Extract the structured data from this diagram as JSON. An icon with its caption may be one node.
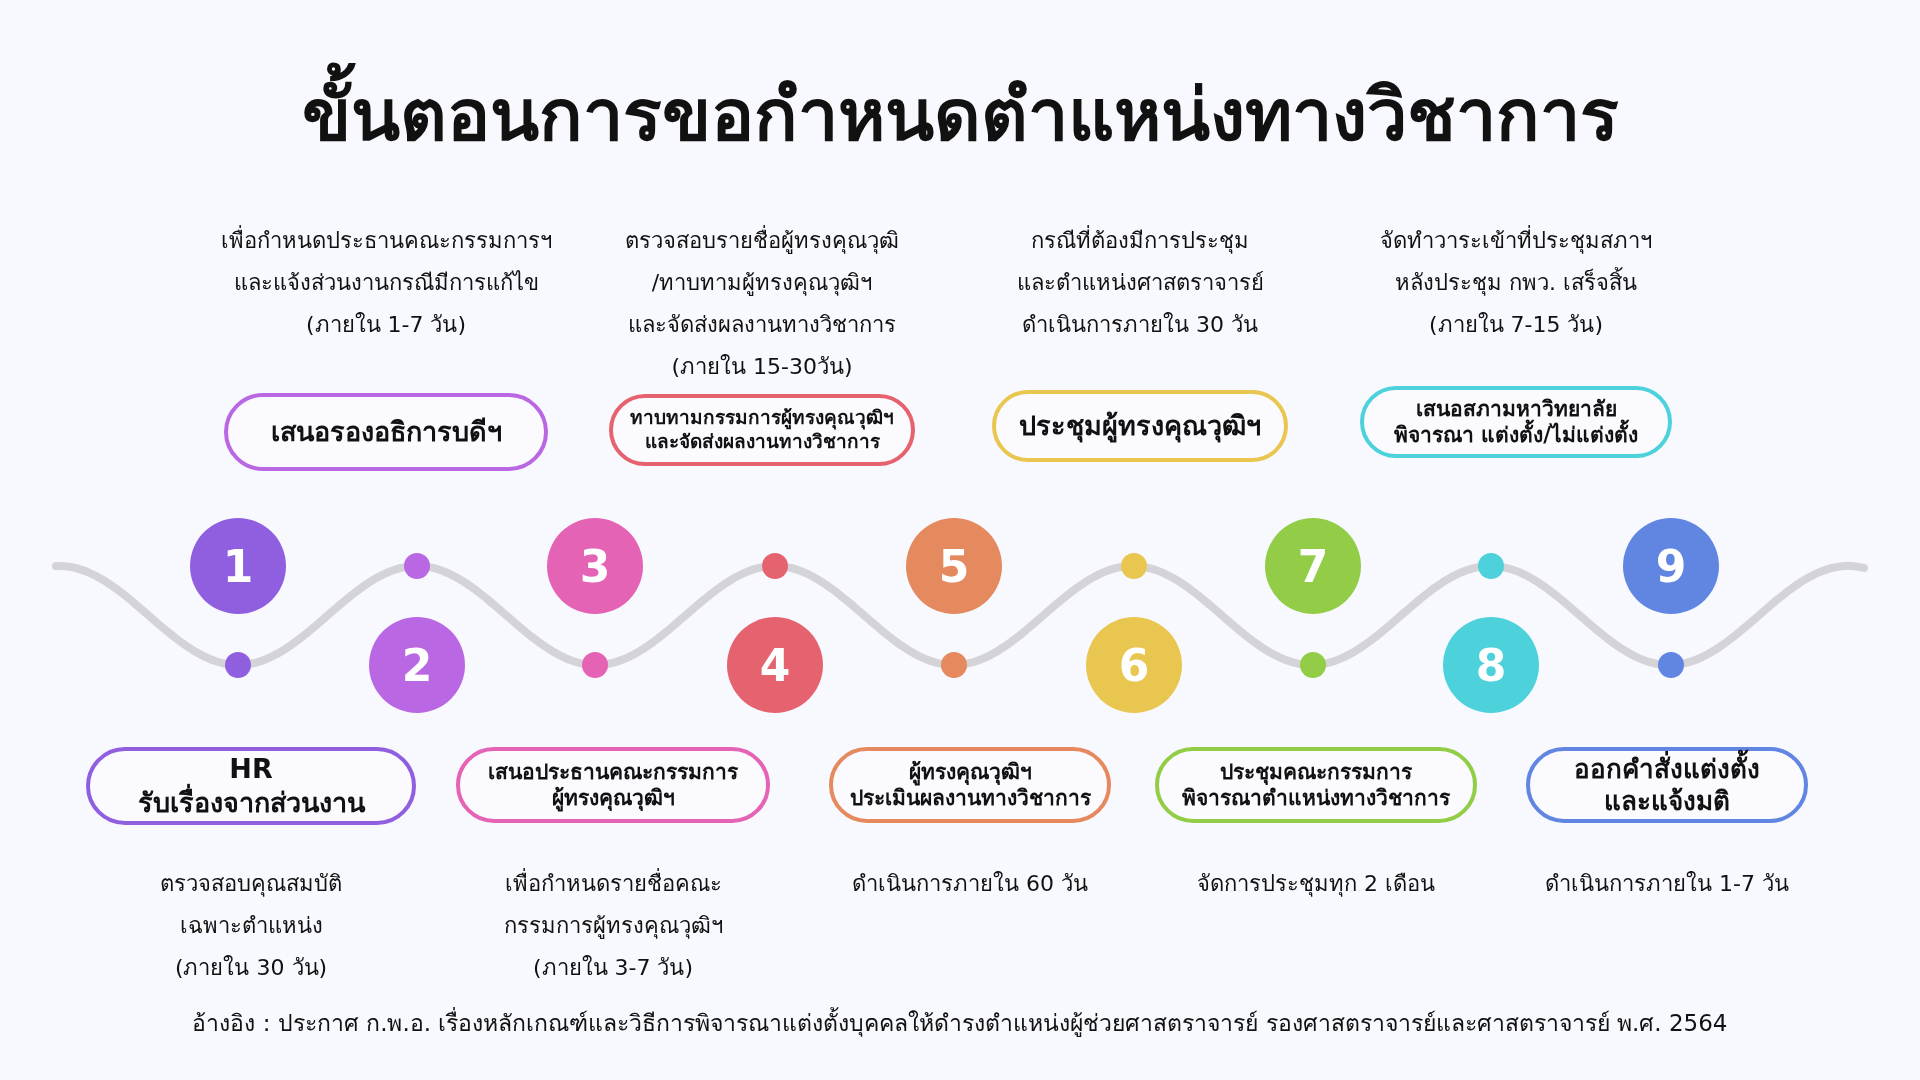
{
  "diagram": {
    "title": "ขั้นตอนการขอกำหนดตำแหน่งทางวิชาการ",
    "nodes": [
      {
        "text": [
          "1"
        ]
      },
      {
        "text": [
          "HR รับเรื่องจากส่วนงาน"
        ],
        "beside": [
          "ตรวจสอบคุณสมบัติ เฉพาะตำแหน่ง (ภายใน 30 วัน)"
        ]
      },
      {
        "text": [
          "2"
        ]
      },
      {
        "text": [
          "เสนอรองอธิการบดีฯ"
        ],
        "beside": [
          "เพื่อกำหนดประธานคณะกรรมการฯ และแจ้งส่วนงานกรณีมีการแก้ไข (ภายใน 1-7 วัน)"
        ]
      },
      {
        "text": [
          "3"
        ]
      },
      {
        "text": [
          "เสนอประธานคณะกรรมการ ผู้ทรงคุณวุฒิฯ"
        ],
        "beside": [
          "เพื่อกำหนดรายชื่อคณะ กรรมการผู้ทรงคุณวุฒิฯ (ภายใน 3-7 วัน)"
        ]
      },
      {
        "text": [
          "4"
        ]
      },
      {
        "text": [
          "ทาบทามกรรมการผู้ทรงคุณวุฒิฯ และจัดส่งผลงานทางวิชาการ"
        ],
        "beside": [
          "ตรวจสอบรายชื่อผู้ทรงคุณวุฒิ /ทาบทามผู้ทรงคุณวุฒิฯ และจัดส่งผลงานทางวิชาการ (ภายใน 15-30วัน)"
        ]
      },
      {
        "text": [
          "5"
        ]
      },
      {
        "text": [
          "ผู้ทรงคุณวุฒิฯ ประเมินผลงานทางวิชาการ"
        ],
        "beside": [
          "ดำเนินการภายใน 60 วัน"
        ]
      },
      {
        "text": [
          "6"
        ]
      },
      {
        "text": [
          "ประชุมผู้ทรงคุณวุฒิฯ"
        ],
        "beside": [
          "กรณีที่ต้องมีการประชุม และตำแหน่งศาสตราจารย์ ดำเนินการภายใน 30 วัน"
        ]
      },
      {
        "text": [
          "7"
        ]
      },
      {
        "text": [
          "ประชุมคณะกรรมการ พิจารณาตำแหน่งทางวิชาการ"
        ],
        "beside": [
          "จัดการประชุมทุก 2 เดือน"
        ]
      },
      {
        "text": [
          "8"
        ]
      },
      {
        "text": [
          "เสนอสภามหาวิทยาลัย พิจารณา แต่งตั้ง/ไม่แต่งตั้ง"
        ],
        "beside": [
          "จัดทำวาระเข้าที่ประชุมสภาฯ หลังประชุม กพว. เสร็จสิ้น (ภายใน 7-15 วัน)"
        ]
      },
      {
        "text": [
          "9"
        ]
      },
      {
        "text": [
          "ออกคำสั่งแต่งตั้ง และแจ้งมติ"
        ],
        "beside": [
          "ดำเนินการภายใน 1-7 วัน"
        ]
      }
    ],
    "caption": "อ้างอิง : ประกาศ ก.พ.อ. เรื่องหลักเกณฑ์และวิธีการพิจารณาแต่งตั้งบุคคลให้ดำรงตำแหน่งผู้ช่วยศาสตราจารย์ รองศาสตราจารย์และศาสตราจารย์ พ.ศ. 2564"
  }
}
